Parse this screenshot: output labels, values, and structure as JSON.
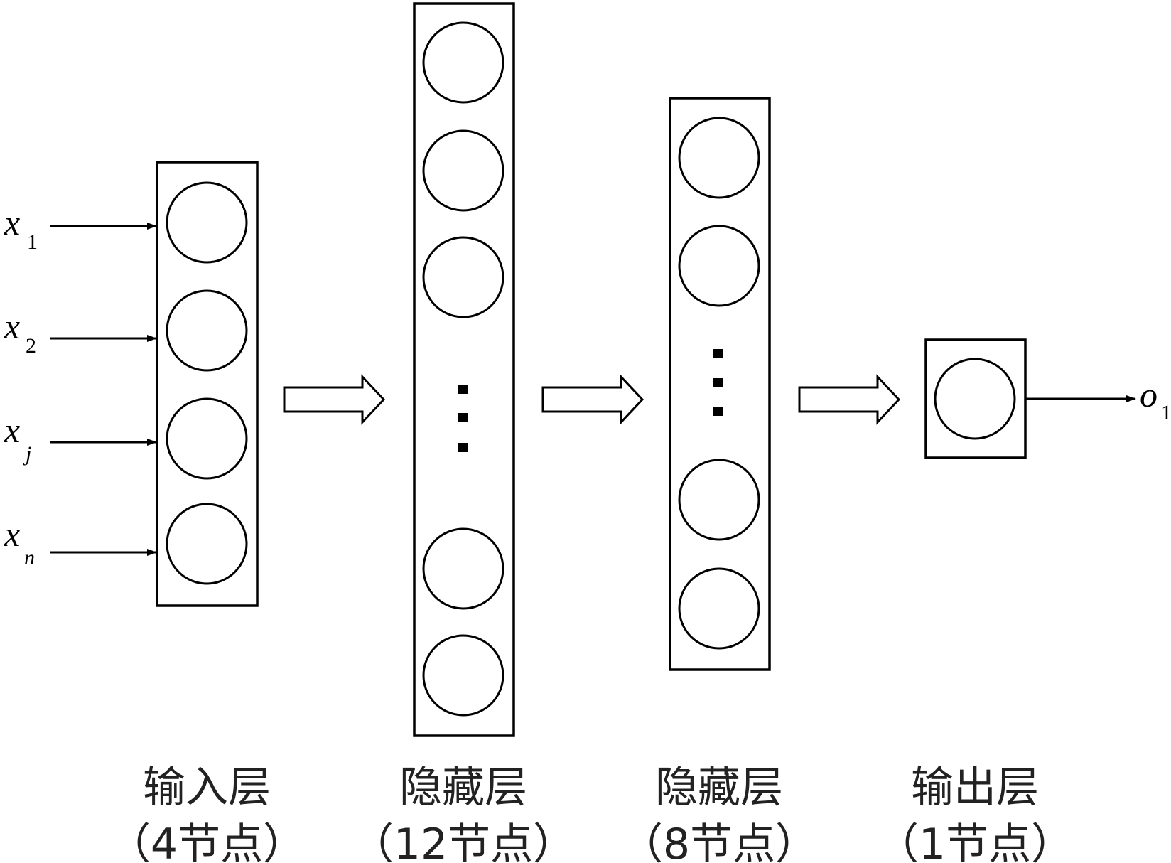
{
  "inputs": [
    {
      "symbol": "x",
      "subscript": "1"
    },
    {
      "symbol": "x",
      "subscript": "2"
    },
    {
      "symbol": "x",
      "subscript": "j"
    },
    {
      "symbol": "x",
      "subscript": "n"
    }
  ],
  "output": {
    "symbol": "o",
    "subscript": "1"
  },
  "layers": [
    {
      "name": "输入层",
      "nodes": "（4节点）",
      "drawn_nodes": 4
    },
    {
      "name": "隐藏层",
      "nodes": "（12节点）",
      "drawn_nodes": 5
    },
    {
      "name": "隐藏层",
      "nodes": "（8节点）",
      "drawn_nodes": 4
    },
    {
      "name": "输出层",
      "nodes": "（1节点）",
      "drawn_nodes": 1
    }
  ]
}
